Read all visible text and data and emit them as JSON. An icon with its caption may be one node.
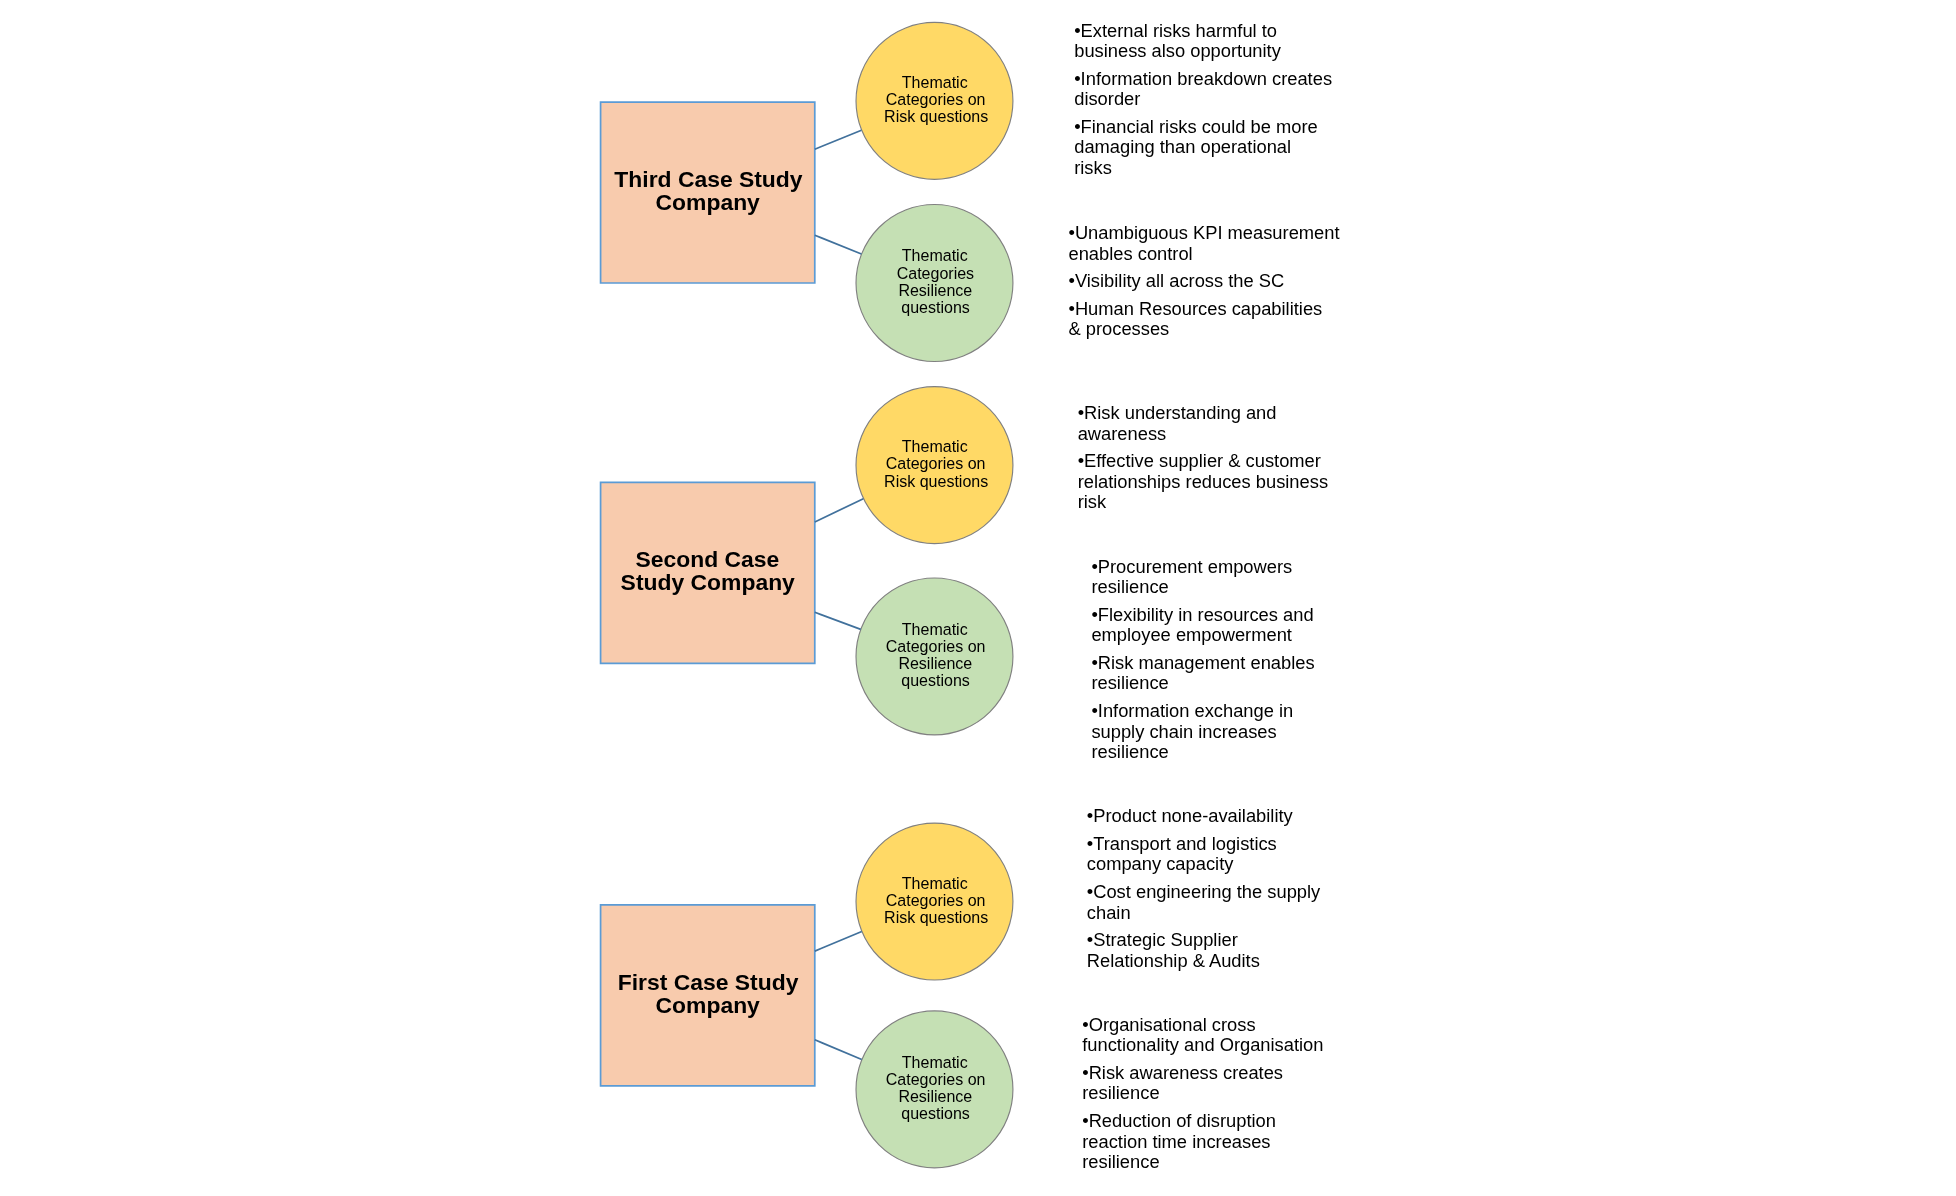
{
  "diagram": {
    "nodes": [
      {
        "text": [
          "First Case Study Company"
        ]
      },
      {
        "text": [
          "Thematic Categories on Risk questions"
        ],
        "beside": [
          "•Product none-availability",
          "•Transport and logistics company capacity",
          "•Cost engineering the supply chain",
          "•Strategic Supplier Relationship & Audits"
        ]
      },
      {
        "text": [
          "Thematic Categories on Resilience questions"
        ],
        "beside": [
          "•Organisational cross functionality and Organisation",
          "•Risk awareness creates resilience",
          "•Reduction of disruption reaction time increases resilience"
        ]
      },
      {
        "text": [
          "Second Case Study Company"
        ]
      },
      {
        "text": [
          "Thematic Categories on Risk questions"
        ],
        "beside": [
          "•Risk understanding and awareness",
          "•Effective supplier & customer relationships reduces business risk"
        ]
      },
      {
        "text": [
          "Thematic Categories on Resilience questions"
        ],
        "beside": [
          "•Procurement empowers resilience",
          "•Flexibility in resources and employee empowerment",
          "•Risk management enables resilience",
          "•Information exchange in supply chain increases resilience"
        ]
      },
      {
        "text": [
          "Third Case Study Company"
        ]
      },
      {
        "text": [
          "Thematic Categories on Risk questions"
        ],
        "beside": [
          "•External risks harmful to business also opportunity",
          "•Information breakdown creates disorder",
          "•Financial risks could be more damaging than operational risks"
        ]
      },
      {
        "text": [
          "Thematic Categories Resilience questions"
        ],
        "beside": [
          "•Unambiguous KPI measurement enables control",
          "•Visibility all across the SC",
          "•Human Resources capabilities & processes"
        ]
      }
    ],
    "edges": [
      {
        "from": 0,
        "to": 1,
        "arrow": "none"
      },
      {
        "from": 0,
        "to": 2,
        "arrow": "none"
      },
      {
        "from": 3,
        "to": 4,
        "arrow": "none"
      },
      {
        "from": 3,
        "to": 5,
        "arrow": "none"
      },
      {
        "from": 6,
        "to": 7,
        "arrow": "none"
      },
      {
        "from": 6,
        "to": 8,
        "arrow": "none"
      }
    ]
  }
}
